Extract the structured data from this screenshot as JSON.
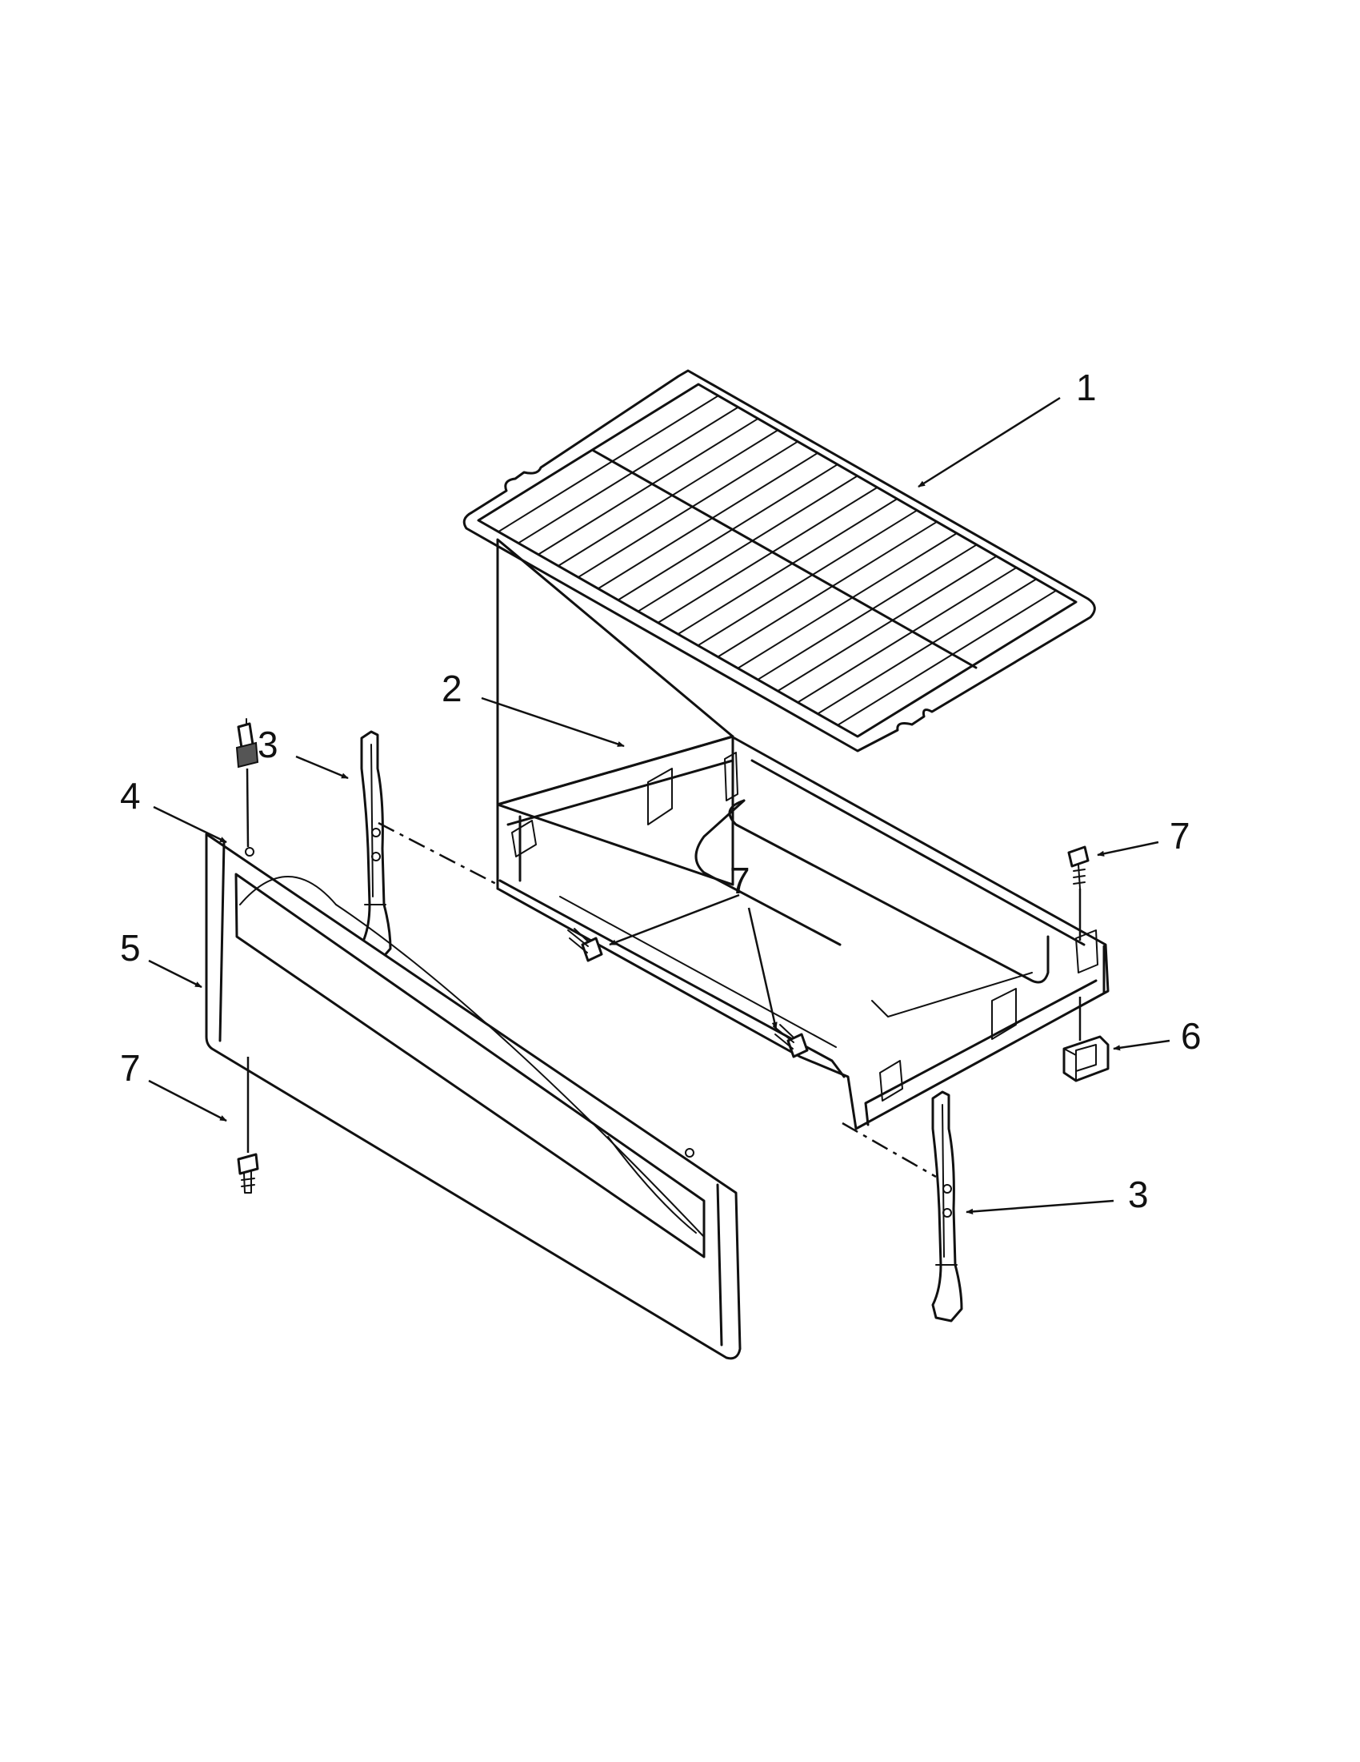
{
  "callouts": [
    {
      "id": "c1",
      "label": "1"
    },
    {
      "id": "c2",
      "label": "2"
    },
    {
      "id": "c3a",
      "label": "3"
    },
    {
      "id": "c3b",
      "label": "3"
    },
    {
      "id": "c4",
      "label": "4"
    },
    {
      "id": "c5",
      "label": "5"
    },
    {
      "id": "c6",
      "label": "6"
    },
    {
      "id": "c7a",
      "label": "7"
    },
    {
      "id": "c7b",
      "label": "7"
    },
    {
      "id": "c7c",
      "label": "7"
    }
  ]
}
